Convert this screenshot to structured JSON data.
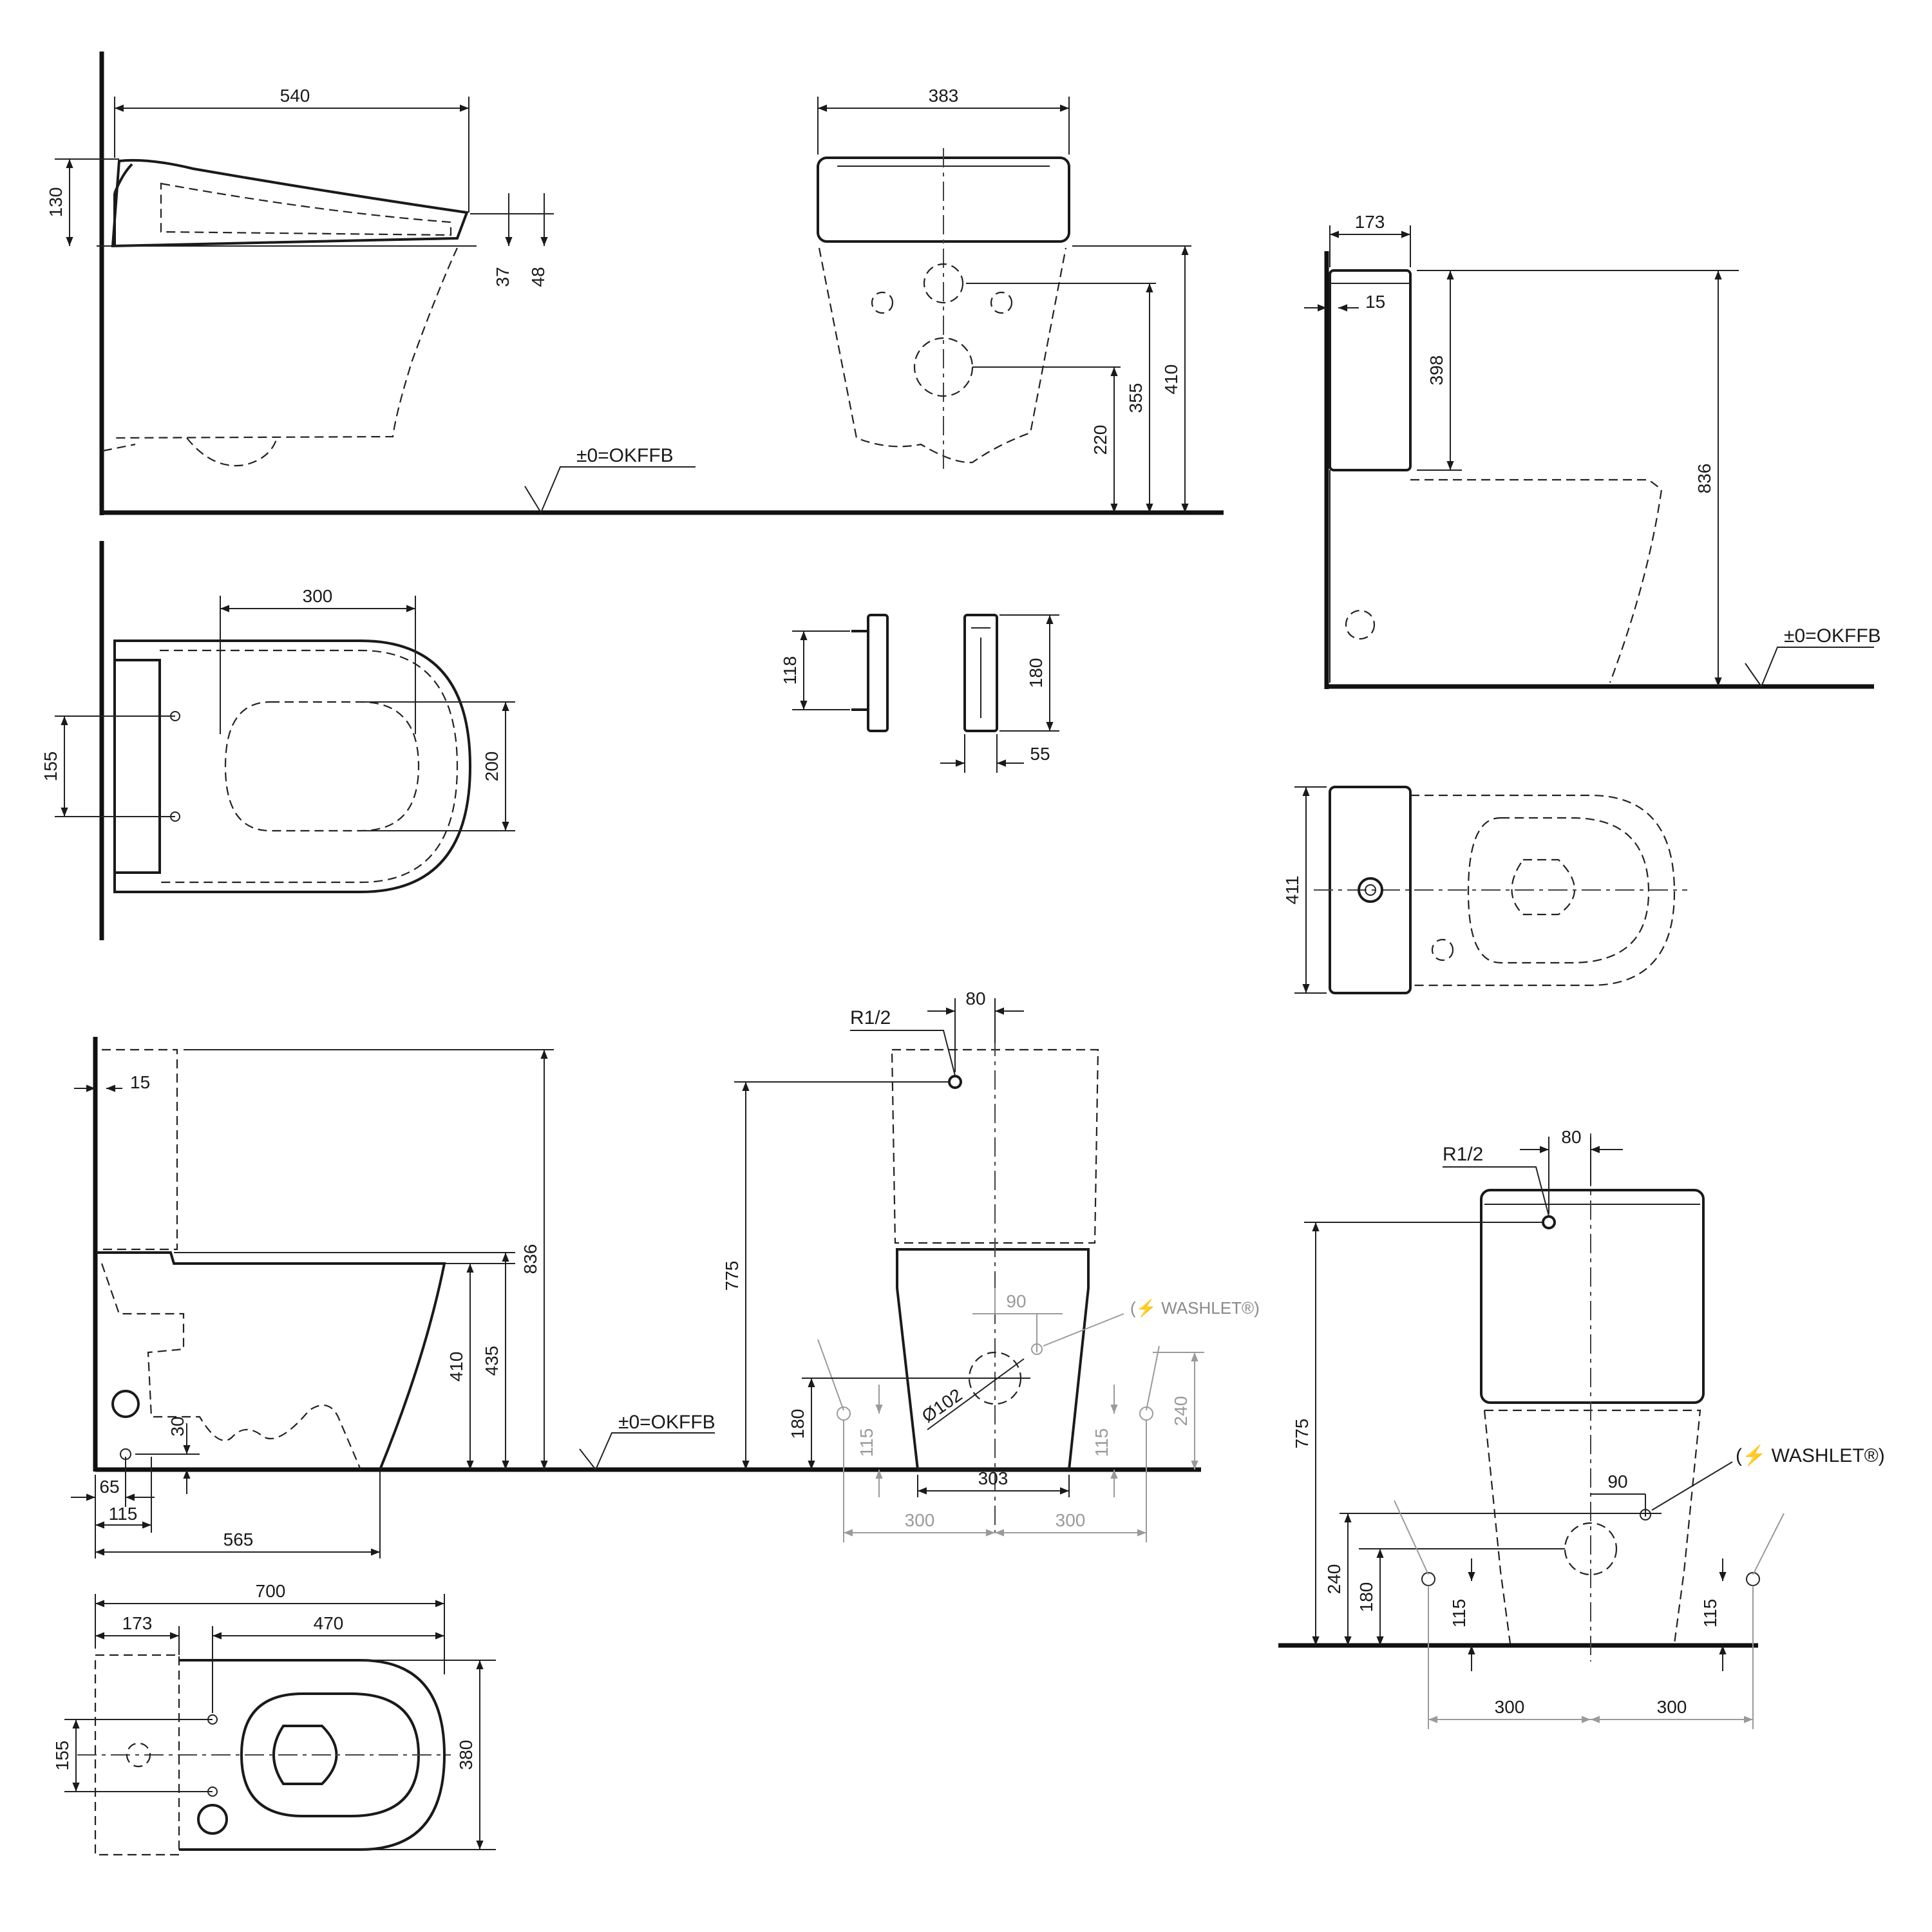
{
  "labels": {
    "level": "±0=OKFFB",
    "r12": "R1/2",
    "washlet": "(⚡ WASHLET®)",
    "diameter": "Ø102"
  },
  "dims": {
    "d540": "540",
    "d130": "130",
    "d37": "37",
    "d48": "48",
    "d383": "383",
    "d220": "220",
    "d355": "355",
    "d410": "410",
    "d173": "173",
    "d15": "15",
    "d398": "398",
    "d836": "836",
    "d300": "300",
    "d155": "155",
    "d200": "200",
    "d118": "118",
    "d180": "180",
    "d55": "55",
    "d411": "411",
    "d80": "80",
    "d775": "775",
    "d435": "435",
    "d30": "30",
    "d65": "65",
    "d115": "115",
    "d565": "565",
    "d90": "90",
    "d240": "240",
    "d303": "303",
    "d700": "700",
    "d470": "470",
    "d380": "380"
  }
}
